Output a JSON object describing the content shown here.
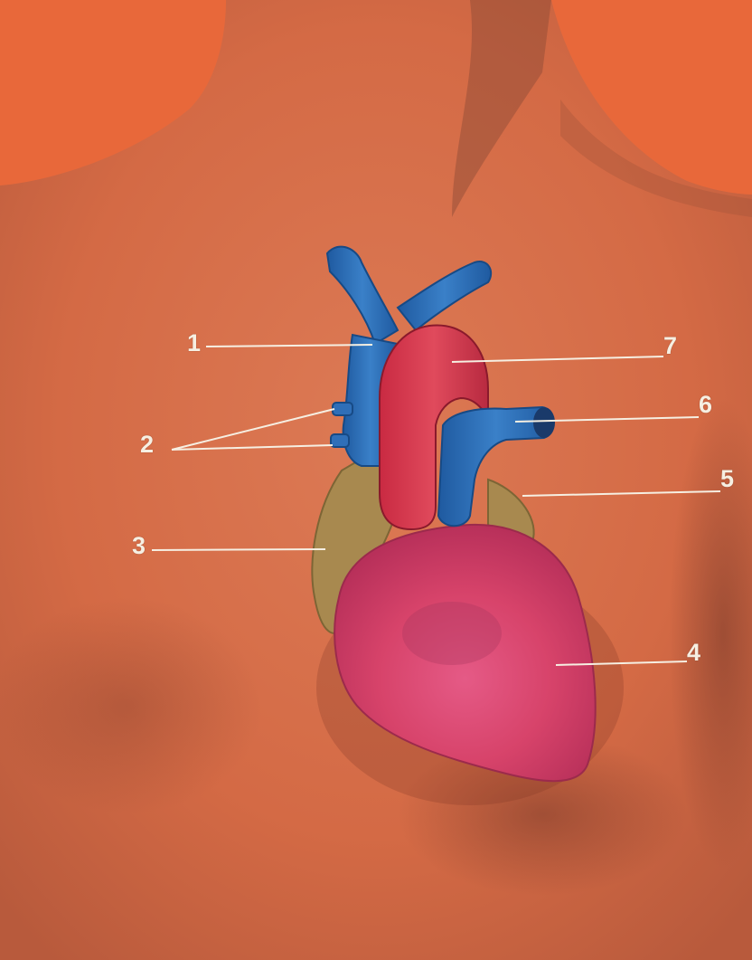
{
  "diagram": {
    "labels": [
      "1",
      "2",
      "3",
      "4",
      "5",
      "6",
      "7"
    ],
    "colors": {
      "background": "#e8683a",
      "skin": "#d9714a",
      "vein": "#2f6fb8",
      "aorta": "#d7324a",
      "atrium": "#a8894f",
      "ventricle": "#d9436a",
      "leader": "#f6efe2"
    }
  }
}
